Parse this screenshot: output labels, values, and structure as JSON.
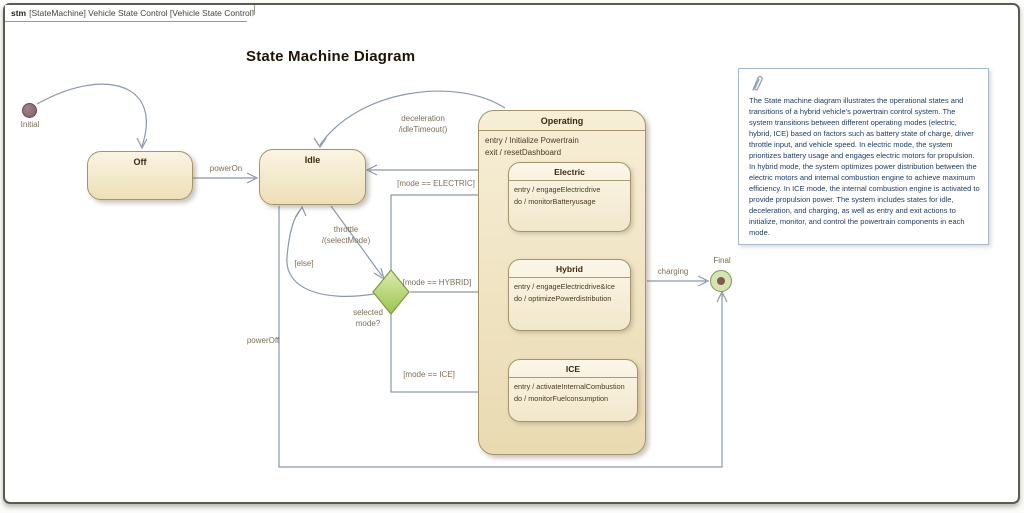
{
  "frame": {
    "tab": {
      "keyword": "stm",
      "label": "[StateMachine] Vehicle State Control [Vehicle State Control]"
    },
    "title": "State Machine Diagram"
  },
  "states": {
    "initial": {
      "label": "Initial"
    },
    "off": {
      "name": "Off"
    },
    "idle": {
      "name": "Idle"
    },
    "operating": {
      "name": "Operating",
      "actions": [
        "entry / Initialize Powertrain",
        "exit / resetDashboard"
      ],
      "substates": {
        "electric": {
          "name": "Electric",
          "actions": [
            "entry / engageElectricdrive",
            "do / monitorBatteryusage"
          ]
        },
        "hybrid": {
          "name": "Hybrid",
          "actions": [
            "entry / engageElectricdrive&Ice",
            "do / optimizePowerdistribution"
          ]
        },
        "ice": {
          "name": "ICE",
          "actions": [
            "entry / activateInternalCombustion",
            "do / monitorFuelconsumption"
          ]
        }
      }
    },
    "choice": {
      "label": "selected\nmode?"
    },
    "final": {
      "label": "Final"
    }
  },
  "transitions": {
    "power_on": "powerOn",
    "power_off": "powerOff",
    "charging": "charging",
    "deceleration": "deceleration\n/idleTimeout()",
    "throttle": "throttle\n/(selectMode)",
    "else_guard": "[else]",
    "electric_guard": "[mode == ELECTRIC]",
    "hybrid_guard": "[mode == HYBRID]",
    "ice_guard": "[mode == ICE]"
  },
  "note": {
    "text": "The State machine diagram illustrates the operational states and transitions of a hybrid vehicle's powertrain control system. The system transitions between different operating modes (electric, hybrid, ICE) based on factors such as battery state of charge, driver throttle input, and vehicle speed. In electric mode, the system prioritizes battery usage and engages electric motors for propulsion. In hybrid mode, the system optimizes power distribution between the electric motors and internal combustion engine to achieve maximum efficiency. In ICE mode, the internal combustion engine is activated to provide propulsion power. The system includes states for idle, deceleration, and charging, as well as entry and exit actions to initialize, monitor, and control the powertrain components in each mode."
  },
  "colors": {
    "state_fill": "#f2e6c5",
    "state_border": "#a3946c",
    "choice_fill": "#aacd62",
    "initial_fill": "#8a6a74",
    "final_ring": "#d7e3b2",
    "final_dot": "#7e5a50",
    "edge_line": "#8b98ac",
    "label_text": "#7d6d57",
    "note_border": "#a7b8c6",
    "note_text": "#1e3c64"
  }
}
